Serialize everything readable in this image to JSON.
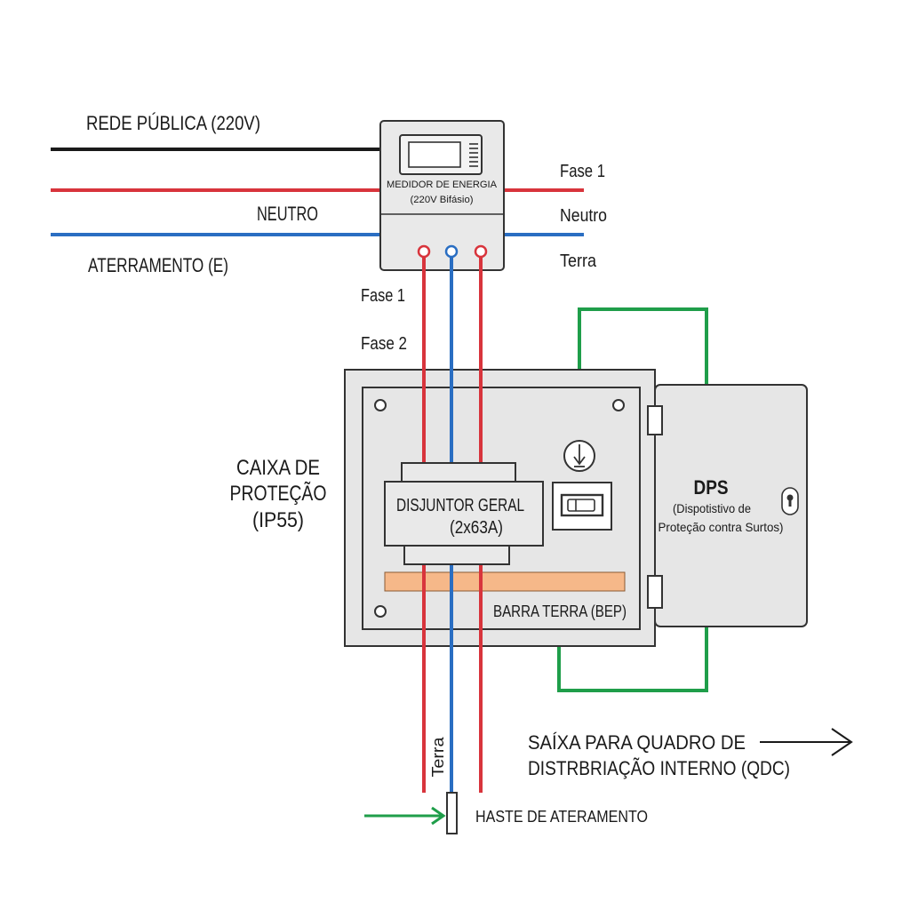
{
  "incoming": {
    "network_label": "REDE PÚBLICA (220V)",
    "neutral_label": "NEUTRO",
    "earth_label": "ATERRAMENTO (E)"
  },
  "meter": {
    "title": "MEDIDOR DE ENERGIA",
    "subtitle": "(220V Bifásio)"
  },
  "meter_outputs": {
    "phase_label": "Fase 1",
    "neutral_label": "Neutro",
    "earth_label": "Terra"
  },
  "drop_wires": {
    "phase1_label": "Fase 1",
    "phase2_label": "Fase 2"
  },
  "protection_box": {
    "label": [
      "CAIXA DE",
      "PROTEÇÃO",
      "(IP55)"
    ]
  },
  "breaker": {
    "name": "DISJUNTOR GERAL",
    "rating": "(2x63A)"
  },
  "ground_bar": {
    "label": "BARRA TERRA (BEP)"
  },
  "dps": {
    "title": "DPS",
    "desc_1": "(Dispotistivo de",
    "desc_2": "Proteção contra Surtos)"
  },
  "output": {
    "line_1": "SAÍXA PARA QUADRO DE",
    "line_2": "DISTRBRIAÇÃO INTERNO (QDC)"
  },
  "ground_rod": {
    "wire_label": "Terra",
    "label": "HASTE DE ATERAMENTO"
  },
  "colors": {
    "line_black": "#1a1a1a",
    "phase_red": "#d8343c",
    "neutral_blue": "#2a6ec2",
    "earth_green": "#1f9e4a",
    "ground_bar_orange": "#f6b889"
  }
}
